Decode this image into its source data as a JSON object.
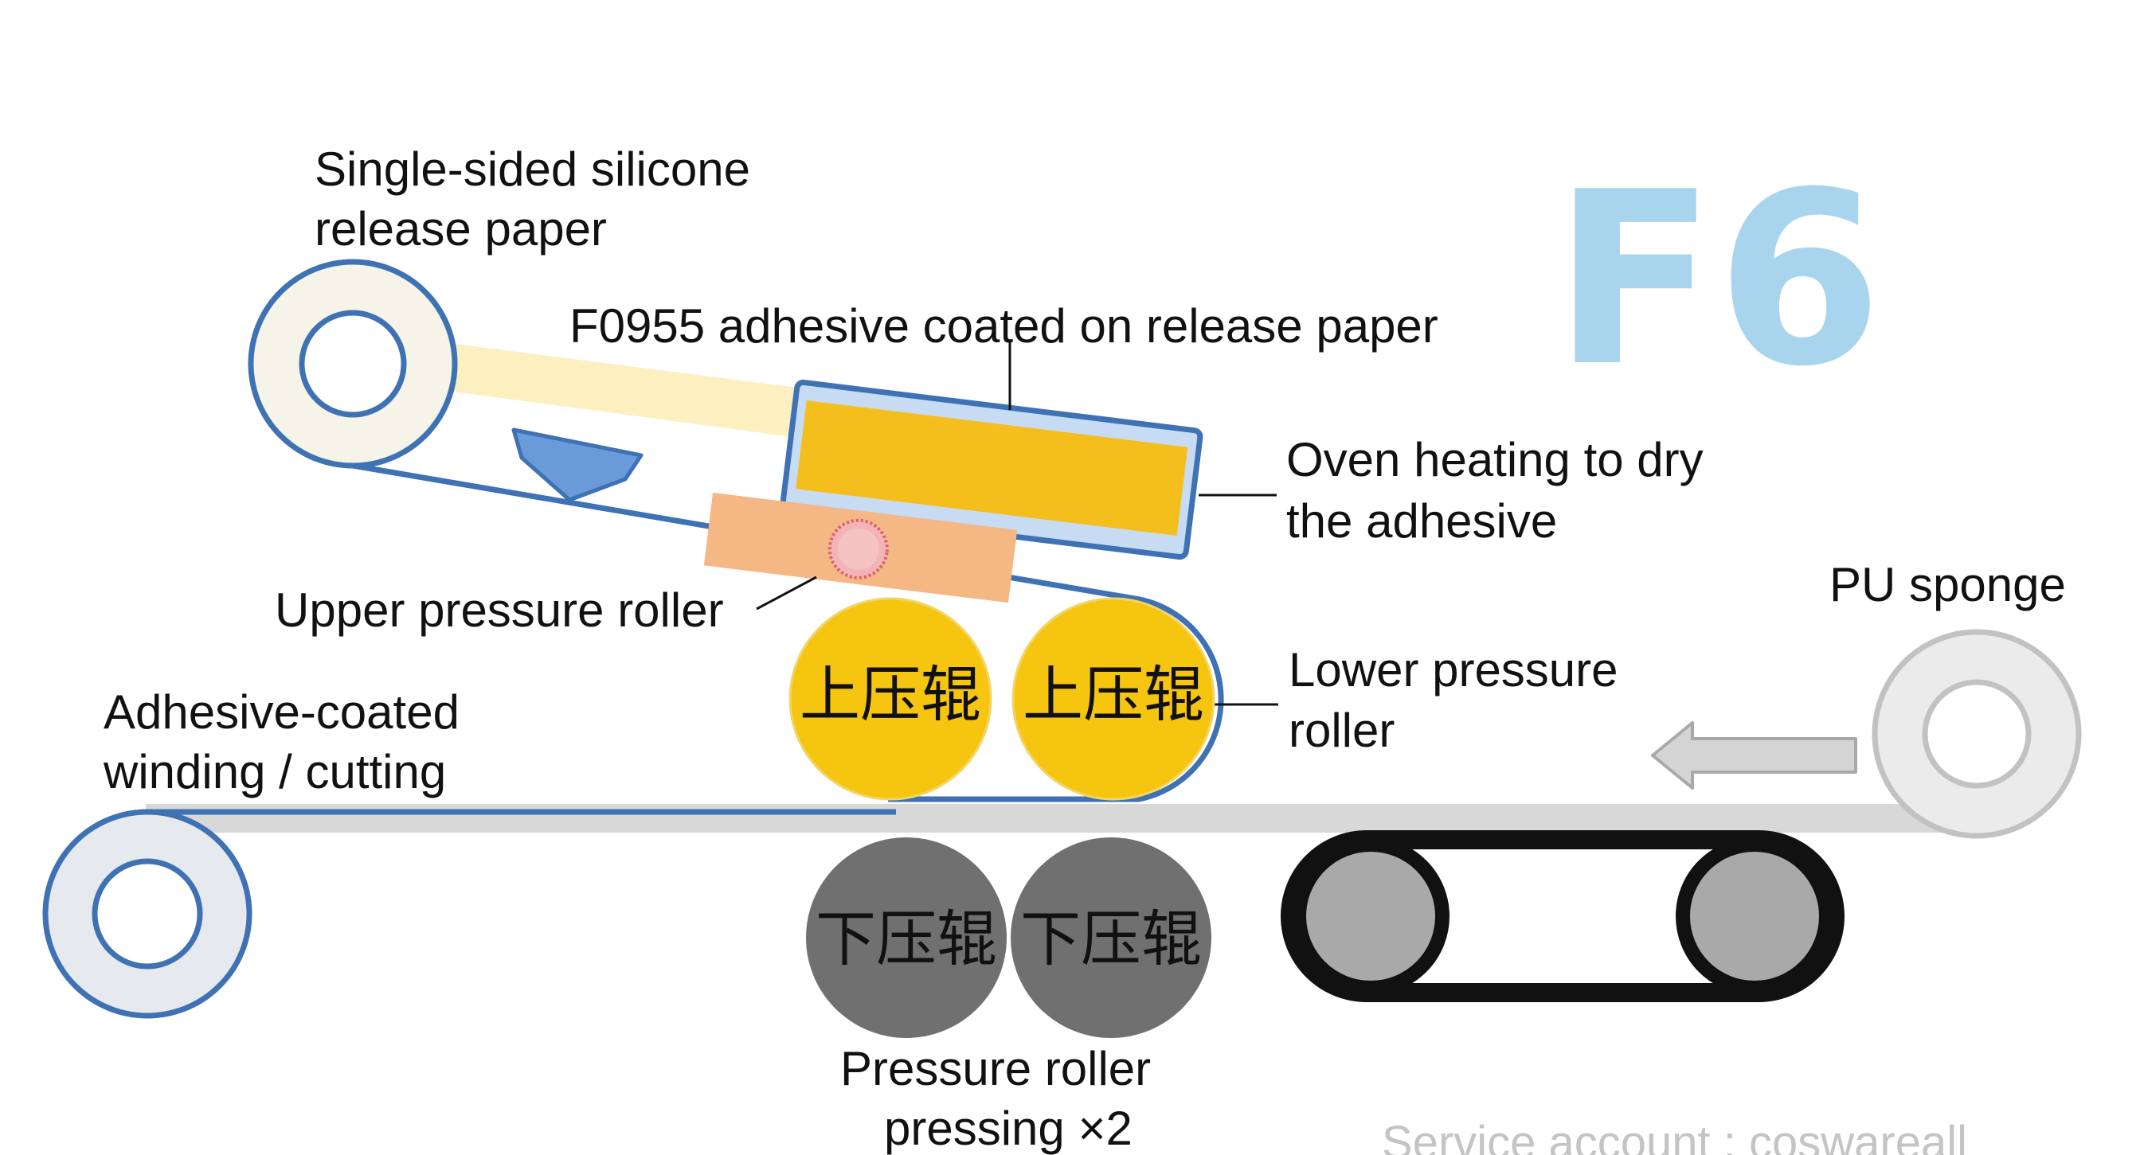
{
  "badge": "F6",
  "labels": {
    "release_paper": [
      "Single-sided silicone",
      "release paper"
    ],
    "adhesive_coating": "F0955 adhesive coated on release paper",
    "oven": [
      "Oven heating to dry",
      "the adhesive"
    ],
    "upper_roller": "Upper pressure roller",
    "pu_sponge": "PU sponge",
    "lower_roller": [
      "Lower pressure",
      "roller"
    ],
    "winding": [
      "Adhesive-coated",
      "winding / cutting"
    ],
    "pressing": [
      "Pressure roller",
      "pressing ×2"
    ]
  },
  "rollers": {
    "upper_cn": "上压辊",
    "lower_cn": "下压辊"
  },
  "watermark": "Service account : coswareall",
  "colors": {
    "outline_blue": "#3e72b4",
    "roller_yellow": "#f6c50f",
    "roller_gray": "#707070",
    "badge_blue": "#a9d4ee",
    "oven_fill": "#f4bf1d",
    "coater_orange": "#f5b783"
  }
}
